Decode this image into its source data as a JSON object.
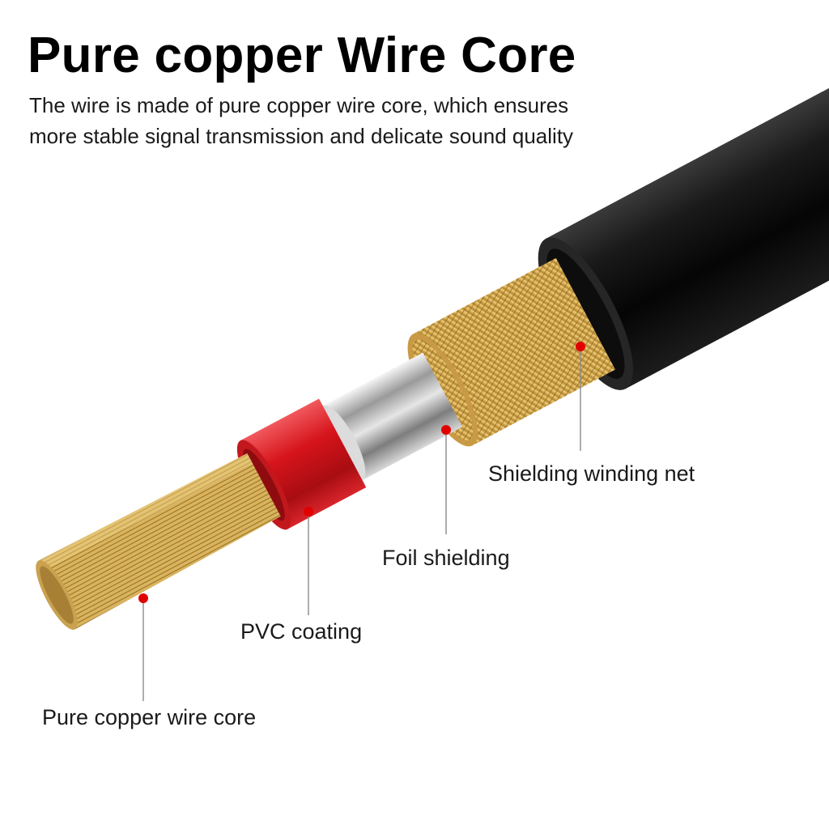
{
  "header": {
    "title": "Pure copper Wire Core",
    "description": "The wire is made of pure copper wire core, which ensures more stable signal transmission and delicate sound quality"
  },
  "layers": [
    {
      "label": "Shielding winding net"
    },
    {
      "label": "Foil shielding"
    },
    {
      "label": "PVC coating"
    },
    {
      "label": "Pure copper wire core"
    }
  ],
  "colors": {
    "jacket": "#111111",
    "copper": "#c9a24a",
    "pvc_red": "#d4161c",
    "foil_silver": "#c8c8c8",
    "marker_red": "#e10000",
    "leader_line": "#8a8a8a"
  }
}
